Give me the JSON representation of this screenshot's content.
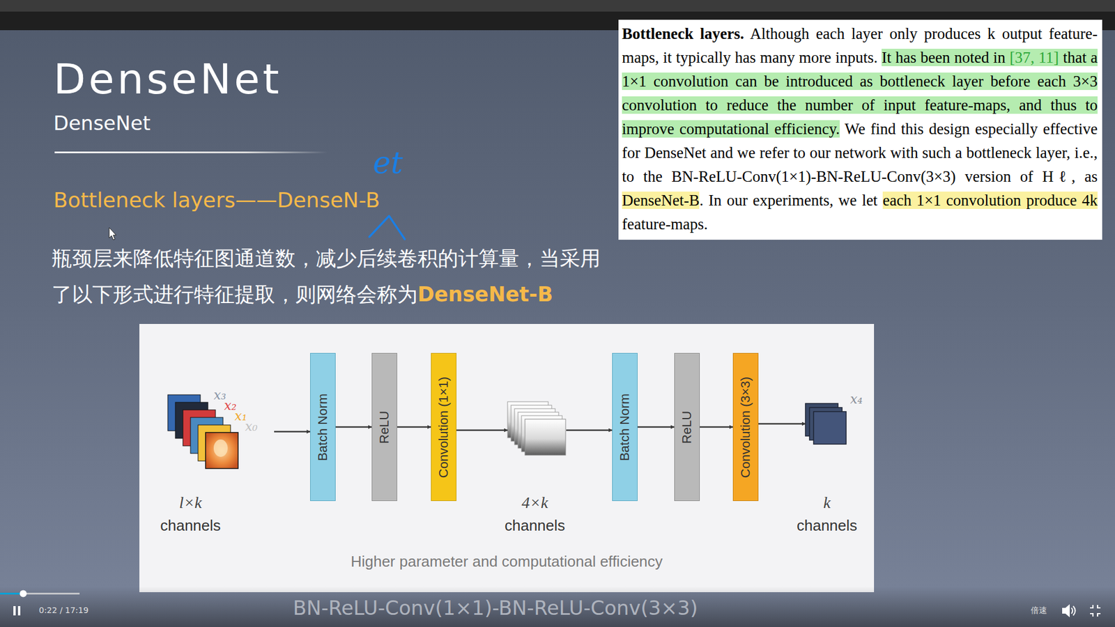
{
  "diagram": {
    "title": "DenseNet",
    "caption": "BN-ReLU-Conv(1×1)-BN-ReLU-Conv(3×3)",
    "nodes": [
      {
        "text": [
          "Bottleneck layers.",
          "Although each layer only produces k output feature-maps, it typically has many more inputs.",
          "It has been noted in",
          "[37, 11]",
          "that a 1×1 convolution can be introduced as bottleneck layer before each 3×3 convolution to reduce the number of input feature-maps, and thus to improve computational efficiency.",
          "We find this design especially effective for DenseNet and we refer to our network with such a bottleneck layer, i.e., to the BN-ReLU-Conv(1×1)-BN-ReLU-Conv(3×3) version of Hℓ, as",
          "DenseNet-B",
          ". In our experiments, we let",
          "each 1×1 convolution produce 4k",
          "feature-maps."
        ]
      },
      {
        "text": [
          "Higher parameter and computational efficiency"
        ]
      },
      {
        "text": [
          "l×k",
          "channels"
        ],
        "in": 1
      },
      {
        "text": [
          "Batch Norm"
        ],
        "in": 1
      },
      {
        "text": [
          "ReLU"
        ],
        "in": 1
      },
      {
        "text": [
          "Convolution (1×1)"
        ],
        "in": 1
      },
      {
        "text": [
          "4×k",
          "channels"
        ],
        "in": 1
      },
      {
        "text": [
          "Batch Norm"
        ],
        "in": 1
      },
      {
        "text": [
          "ReLU"
        ],
        "in": 1
      },
      {
        "text": [
          "Convolution (3×3)"
        ],
        "in": 1
      },
      {
        "text": [
          "k",
          "channels"
        ],
        "in": 1
      }
    ],
    "edges": [
      {
        "from": 2,
        "to": 3,
        "arrow": "to"
      },
      {
        "from": 3,
        "to": 4,
        "arrow": "to"
      },
      {
        "from": 4,
        "to": 5,
        "arrow": "to"
      },
      {
        "from": 5,
        "to": 6,
        "arrow": "to"
      },
      {
        "from": 6,
        "to": 7,
        "arrow": "to"
      },
      {
        "from": 7,
        "to": 8,
        "arrow": "to"
      },
      {
        "from": 8,
        "to": 9,
        "arrow": "to"
      },
      {
        "from": 9,
        "to": 10,
        "arrow": "to"
      }
    ],
    "labels": [
      "DenseNet",
      "Bottleneck layers——DenseN-B",
      "et",
      "瓶颈层来降低特征图通道数，减少后续卷积的计算量，当采用了以下形式进行特征提取，则网络会称为",
      "DenseNet-B",
      "x₃",
      "x₂",
      "x₁",
      "x₀",
      "x₄",
      "0:22 / 17:19",
      "倍速"
    ]
  }
}
